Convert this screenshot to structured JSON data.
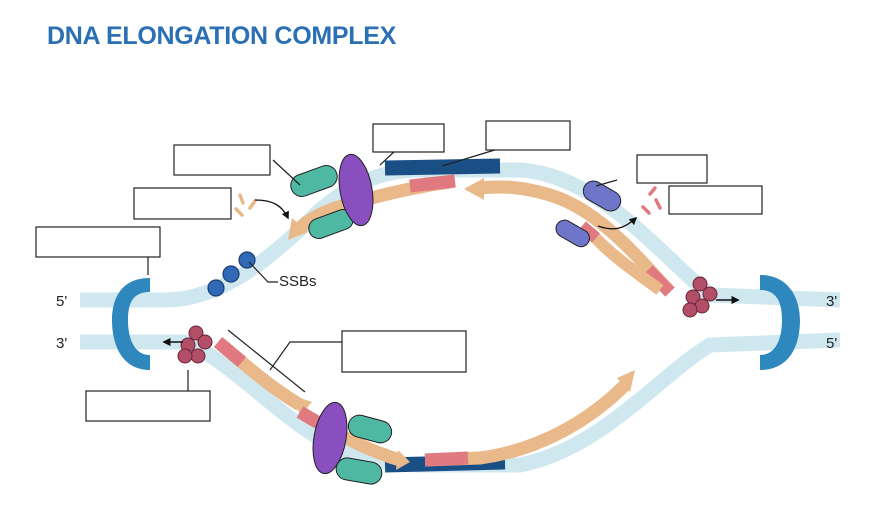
{
  "title": "DNA ELONGATION COMPLEX",
  "labels": {
    "ssb": "SSBs",
    "end_5_left": "5'",
    "end_3_left": "3'",
    "end_3_right": "3'",
    "end_5_right": "5'"
  },
  "colors": {
    "title": "#2b6fb5",
    "dna_strand": "#cfe8ef",
    "new_strand": "#e9b98a",
    "primer": "#e07a80",
    "template_segment": "#1a4f86",
    "helicase": "#2e87bd",
    "polymerase": "#8a4fbf",
    "clamp": "#4fb8a3",
    "ssb": "#2f69b8",
    "topoisomerase": "#b24e67",
    "primase": "#6f76c9"
  }
}
